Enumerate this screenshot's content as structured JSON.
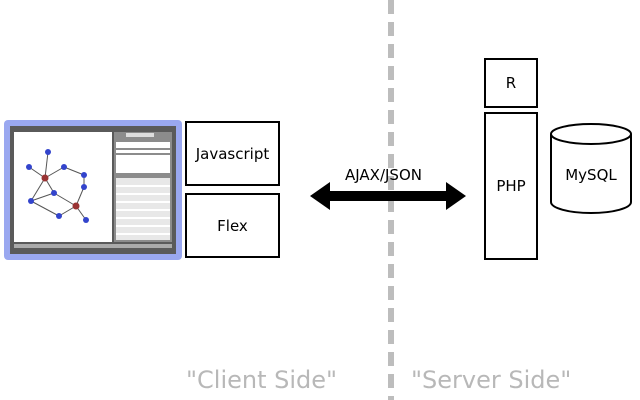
{
  "client": {
    "javascript_label": "Javascript",
    "flex_label": "Flex"
  },
  "connection": {
    "label": "AJAX/JSON"
  },
  "server": {
    "r_label": "R",
    "php_label": "PHP",
    "mysql_label": "MySQL"
  },
  "sides": {
    "client_label": "\"Client Side\"",
    "server_label": "\"Server Side\""
  },
  "colors": {
    "divider": "#bdbdbd",
    "side_text": "#b8b8b8",
    "screen_glow": "#9aa8f0",
    "node_blue": "#3344cc",
    "node_red": "#993333"
  }
}
